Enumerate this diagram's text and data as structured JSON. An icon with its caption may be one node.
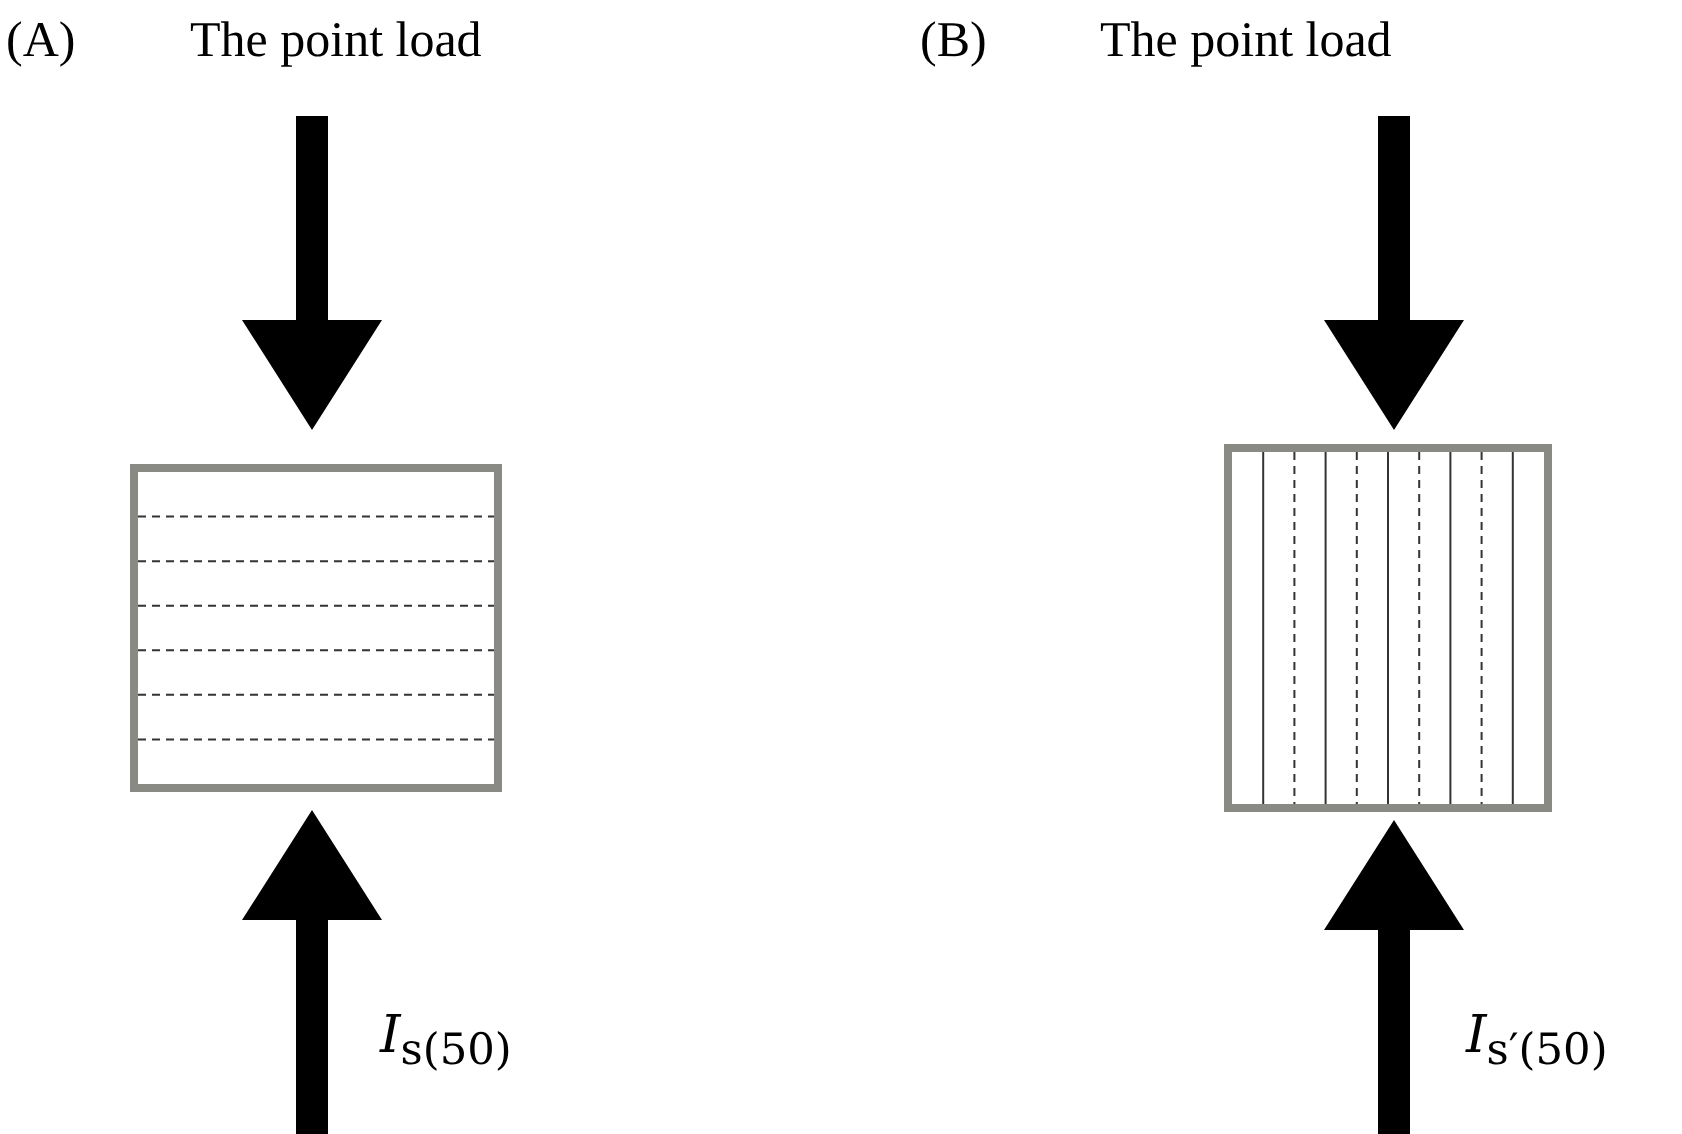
{
  "diagram": {
    "nodes": [
      {
        "text": [],
        "shape": "box"
      },
      {
        "text": [],
        "shape": "box"
      }
    ],
    "labels": [
      "(A)",
      "The point load",
      "(B)",
      "The point load",
      "*I*$_{s(50)}$",
      "*I*$_{s′(50)}$"
    ]
  }
}
